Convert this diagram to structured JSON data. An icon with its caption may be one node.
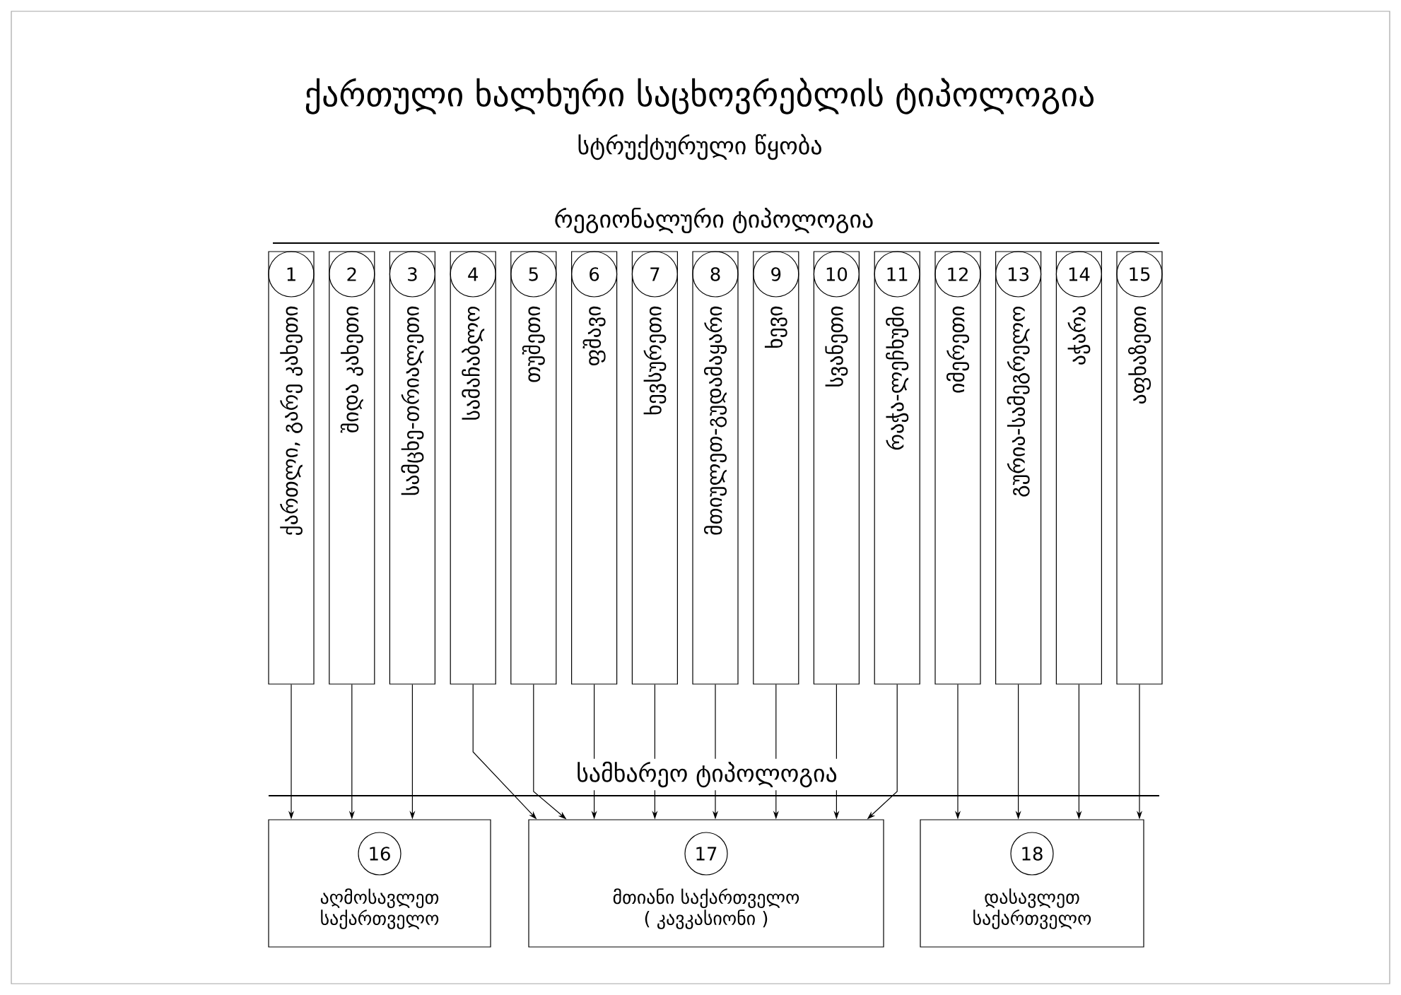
{
  "diagram": {
    "title": "ქართული ხალხური საცხოვრებლის ტიპოლოგია",
    "caption": "სტრუქტურული წყობა",
    "nodes": [
      {
        "text": [
          "1",
          "ქართლი, გარე კახეთი"
        ]
      },
      {
        "text": [
          "2",
          "შიდა კახეთი"
        ]
      },
      {
        "text": [
          "3",
          "სამცხე-თრიალეთი"
        ]
      },
      {
        "text": [
          "4",
          "სამაჩაბლო"
        ]
      },
      {
        "text": [
          "5",
          "თუშეთი"
        ]
      },
      {
        "text": [
          "6",
          "ფშავი"
        ]
      },
      {
        "text": [
          "7",
          "ხევსურეთი"
        ]
      },
      {
        "text": [
          "8",
          "მთიულეთ-გუდამაყარი"
        ]
      },
      {
        "text": [
          "9",
          "ხევი"
        ]
      },
      {
        "text": [
          "10",
          "სვანეთი"
        ]
      },
      {
        "text": [
          "11",
          "რაჭა-ლეჩხუმი"
        ]
      },
      {
        "text": [
          "12",
          "იმერეთი"
        ]
      },
      {
        "text": [
          "13",
          "გურია-სამეგრელო"
        ]
      },
      {
        "text": [
          "14",
          "აჭარა"
        ]
      },
      {
        "text": [
          "15",
          "აფხაზეთი"
        ]
      },
      {
        "text": [
          "16",
          "აღმოსავლეთ საქართველო"
        ]
      },
      {
        "text": [
          "17",
          "მთიანი საქართველო",
          "( კავკასიონი )"
        ]
      },
      {
        "text": [
          "18",
          "დასავლეთ საქართველო"
        ]
      }
    ],
    "edges": [
      {
        "from": 0,
        "to": 15,
        "arrow": "to"
      },
      {
        "from": 1,
        "to": 15,
        "arrow": "to"
      },
      {
        "from": 2,
        "to": 15,
        "arrow": "to"
      },
      {
        "from": 3,
        "to": 16,
        "arrow": "to"
      },
      {
        "from": 4,
        "to": 16,
        "arrow": "to"
      },
      {
        "from": 5,
        "to": 16,
        "arrow": "to"
      },
      {
        "from": 6,
        "to": 16,
        "arrow": "to"
      },
      {
        "from": 7,
        "to": 16,
        "arrow": "to"
      },
      {
        "from": 8,
        "to": 16,
        "arrow": "to"
      },
      {
        "from": 9,
        "to": 16,
        "arrow": "to"
      },
      {
        "from": 10,
        "to": 16,
        "arrow": "to"
      },
      {
        "from": 11,
        "to": 17,
        "arrow": "to"
      },
      {
        "from": 12,
        "to": 17,
        "arrow": "to"
      },
      {
        "from": 13,
        "to": 17,
        "arrow": "to"
      },
      {
        "from": 14,
        "to": 17,
        "arrow": "to"
      }
    ],
    "labels": [
      "რეგიონალური ტიპოლოგია",
      "სამხარეო ტიპოლოგია"
    ]
  }
}
